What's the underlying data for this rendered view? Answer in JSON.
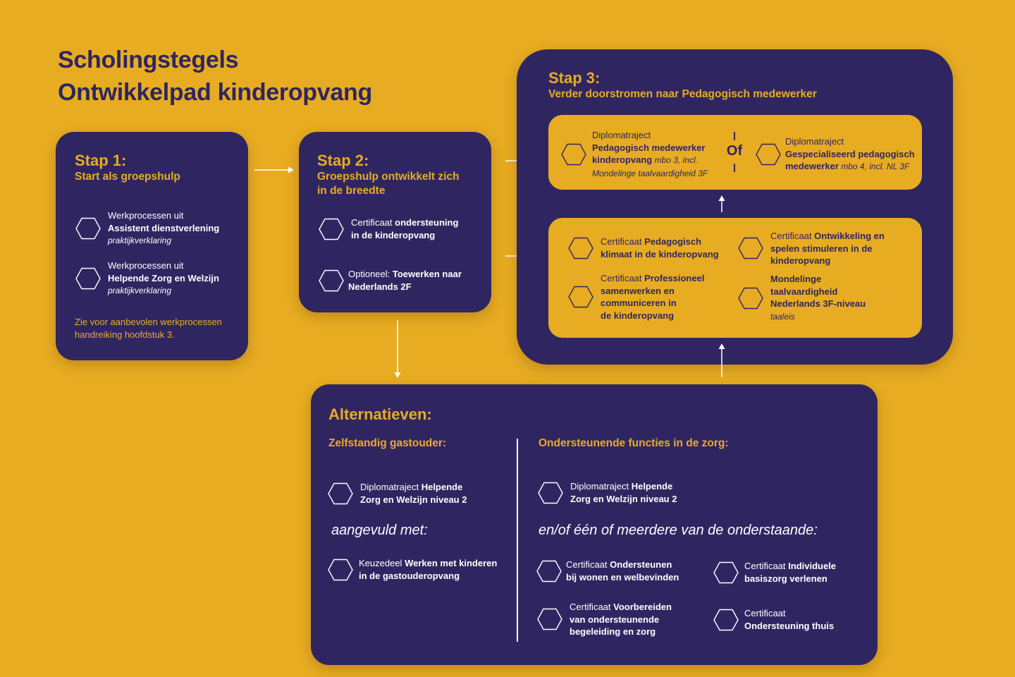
{
  "title": {
    "line1": "Scholingstegels",
    "line2": "Ontwikkelpad kinderopvang"
  },
  "colors": {
    "background": "#E8AC22",
    "panel": "#2F2661",
    "accent": "#E8AC22",
    "text": "#FFFFFF"
  },
  "step1": {
    "heading": "Stap 1:",
    "subtitle": "Start als groepshulp",
    "items": [
      {
        "pre": "Werkprocessen uit",
        "bold": "Assistent dienstverlening",
        "italic": "praktijkverklaring"
      },
      {
        "pre": "Werkprocessen uit",
        "bold": "Helpende Zorg en Welzijn",
        "italic": "praktijkverklaring"
      }
    ],
    "note": "Zie voor aanbevolen werkprocessen handreiking hoofdstuk 3."
  },
  "step2": {
    "heading": "Stap 2:",
    "subtitle_l1": "Groepshulp ontwikkelt zich",
    "subtitle_l2": "in de breedte",
    "items": [
      {
        "pre": "Certificaat ",
        "bold1": "ondersteuning",
        "bold2": "in de kinderopvang"
      },
      {
        "pre": "Optioneel: ",
        "bold1": "Toewerken naar",
        "bold2": "Nederlands 2F"
      }
    ]
  },
  "step3": {
    "heading": "Stap 3:",
    "subtitle": "Verder doorstromen naar Pedagogisch medewerker",
    "or_label": "Of",
    "diploma_left": {
      "pre": "Diplomatraject",
      "bold1": "Pedagogisch medewerker",
      "bold2": "kinderopvang",
      "suffix": " mbo 3, incl.",
      "italic": "Mondelinge taalvaardigheid 3F"
    },
    "diploma_right": {
      "pre": "Diplomatraject",
      "bold1": "Gespecialiseerd pedagogisch",
      "bold2": "medewerker",
      "suffix": " mbo 4,  incl. NL 3F"
    },
    "certs": [
      {
        "pre": "Certificaat ",
        "bold1": "Pedagogisch",
        "bold2": "klimaat in de kinderopvang"
      },
      {
        "pre": "Certificaat ",
        "bold1": "Ontwikkeling en",
        "bold2": "spelen stimuleren in de",
        "bold3": "kinderopvang"
      },
      {
        "pre": "Certificaat ",
        "bold1": "Professioneel",
        "bold2": "samenwerken en",
        "bold3": "communiceren in",
        "bold4": "de kinderopvang"
      },
      {
        "bold1": "Mondelinge",
        "bold2": "taalvaardigheid",
        "bold3": "Nederlands 3F-niveau",
        "italic": "taaleis"
      }
    ]
  },
  "alternatives": {
    "heading": "Alternatieven:",
    "left_heading": "Zelfstandig gastouder:",
    "left_items": [
      {
        "pre": "Diplomatraject ",
        "bold1": "Helpende",
        "bold2": "Zorg en Welzijn niveau 2"
      },
      {
        "pre": "Keuzedeel ",
        "bold1": "Werken met kinderen",
        "bold2": "in de gastouderopvang"
      }
    ],
    "left_connector": "aangevuld met:",
    "right_heading": "Ondersteunende functies in de zorg:",
    "right_first": {
      "pre": "Diplomatraject ",
      "bold1": "Helpende",
      "bold2": "Zorg en Welzijn niveau 2"
    },
    "right_connector": "en/of één of meerdere van de onderstaande:",
    "right_items": [
      {
        "pre": "Certificaat ",
        "bold1": "Ondersteunen",
        "bold2": "bij wonen en welbevinden"
      },
      {
        "pre": "Certificaat ",
        "bold1": "Individuele",
        "bold2": "basiszorg verlenen"
      },
      {
        "pre": "Certificaat ",
        "bold1": "Voorbereiden",
        "bold2": "van ondersteunende",
        "bold3": "begeleiding en zorg"
      },
      {
        "pre": "Certificaat",
        "bold2": "Ondersteuning thuis"
      }
    ]
  }
}
